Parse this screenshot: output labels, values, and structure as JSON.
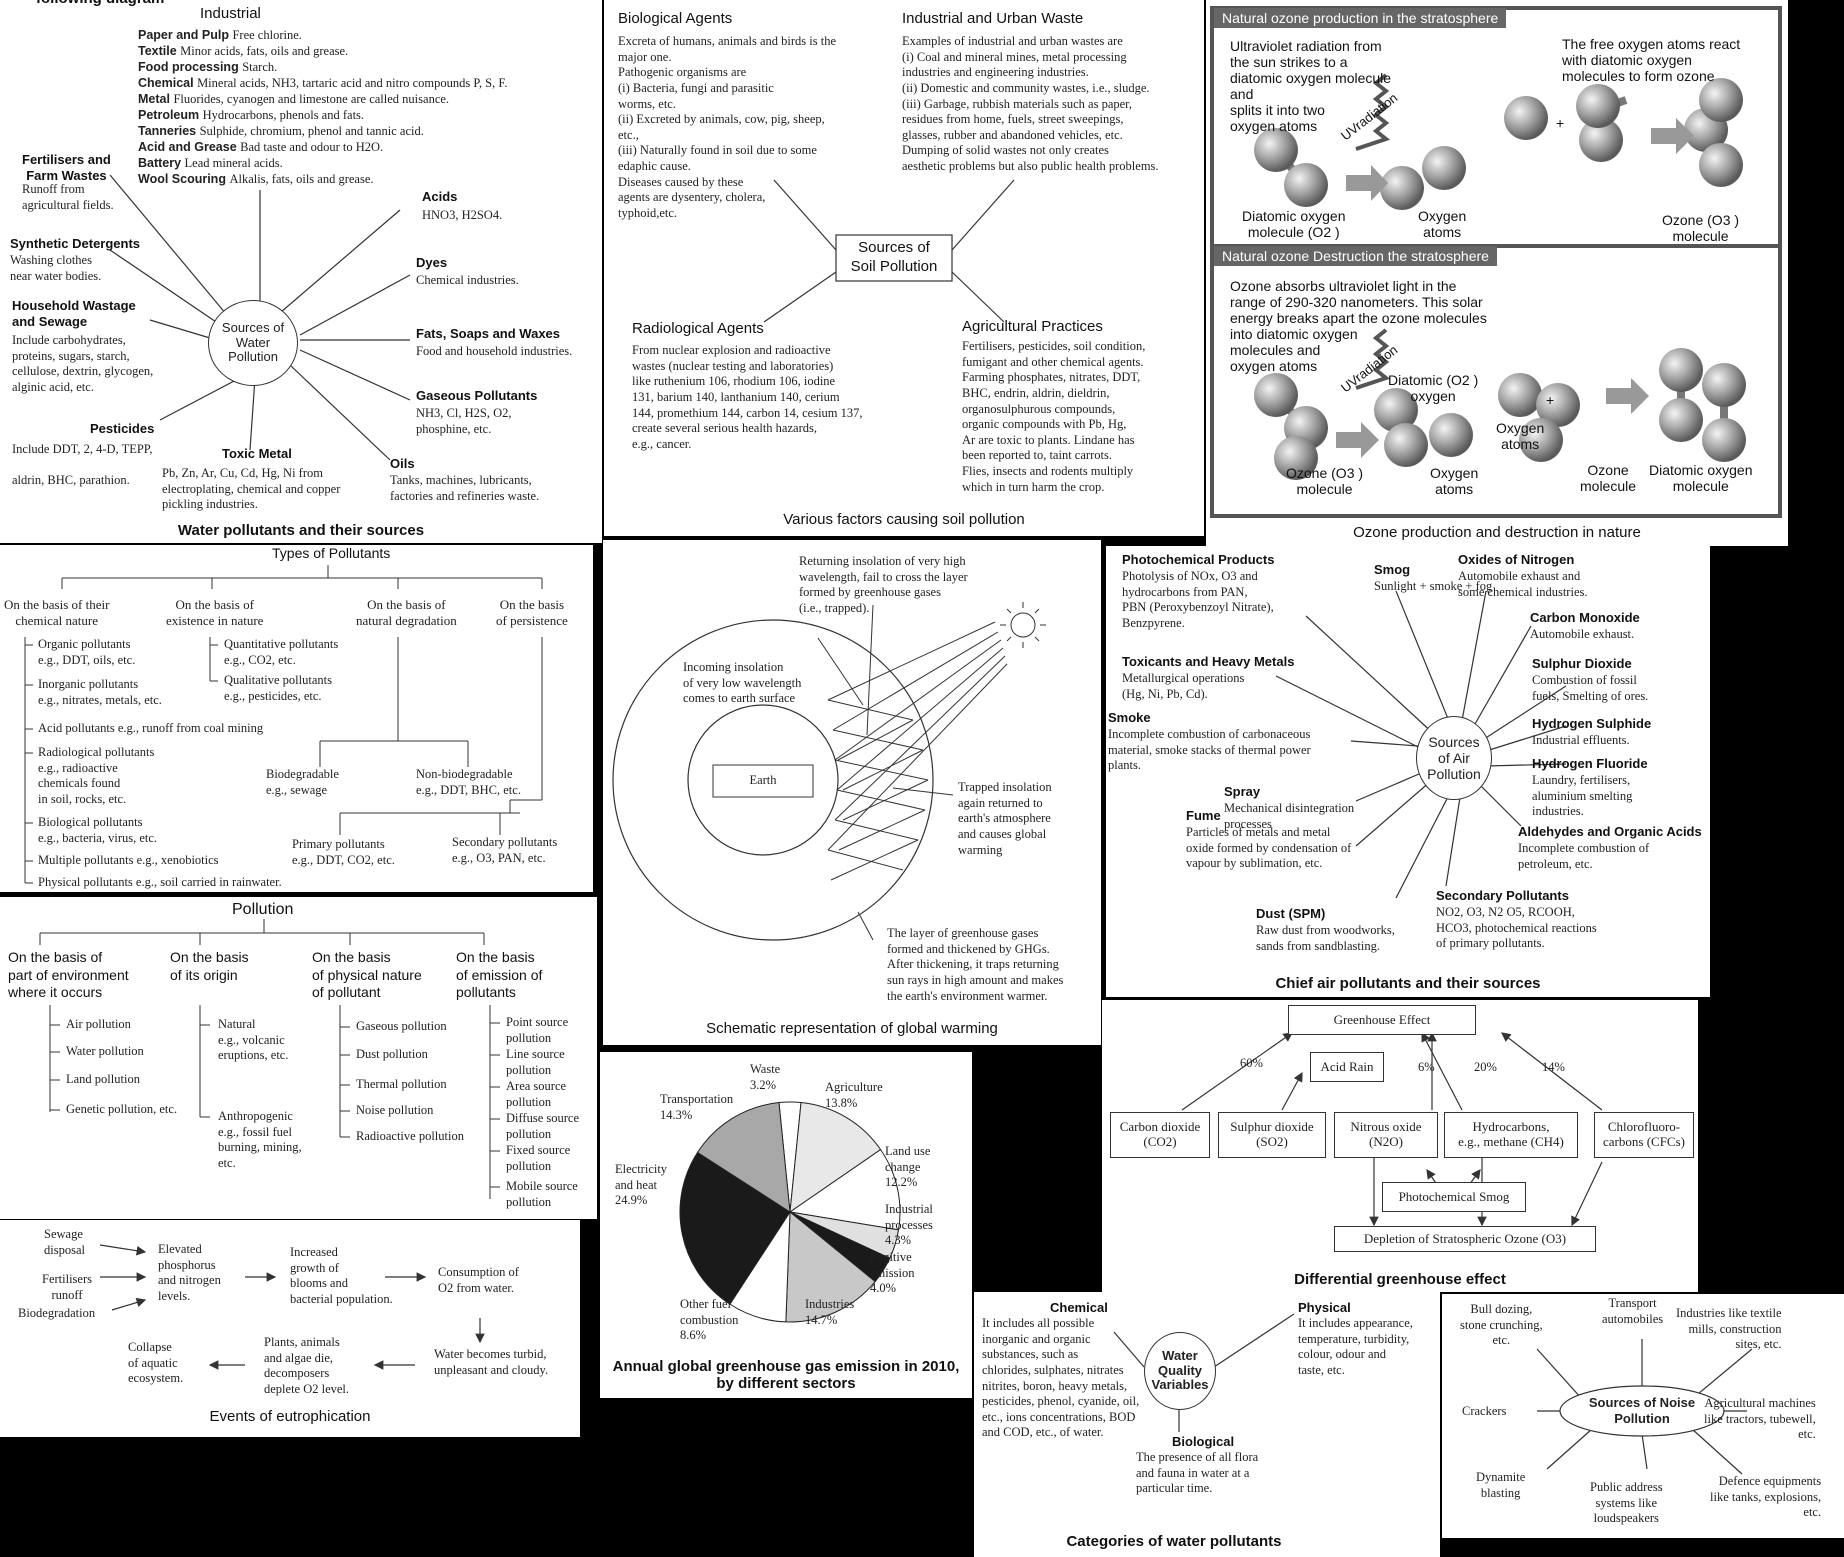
{
  "water_sources": {
    "cutoff": "following diagram",
    "industrial_title": "Industrial",
    "industrial_lines": [
      {
        "k": "Paper and Pulp",
        "v": "Free chlorine."
      },
      {
        "k": "Textile",
        "v": "Minor acids, fats, oils and grease."
      },
      {
        "k": "Food processing",
        "v": "Starch."
      },
      {
        "k": "Chemical",
        "v": "Mineral acids, NH3, tartaric acid and nitro compounds P, S, F."
      },
      {
        "k": "Metal",
        "v": "Fluorides, cyanogen and limestone are called nuisance."
      },
      {
        "k": "Petroleum",
        "v": "Hydrocarbons, phenols and fats."
      },
      {
        "k": "Tanneries",
        "v": "Sulphide, chromium, phenol and  tannic acid."
      },
      {
        "k": "Acid and Grease",
        "v": "Bad taste and odour to H2O."
      },
      {
        "k": "Battery",
        "v": "Lead mineral acids."
      },
      {
        "k": "Wool Scouring",
        "v": "Alkalis, fats, oils and grease."
      }
    ],
    "center": "Sources of\nWater\nPollution",
    "fertilisers_title": "Fertilisers and\nFarm Wastes",
    "fertilisers_text": "Runoff from\nagricultural fields.",
    "detergents_title": "Synthetic Detergents",
    "detergents_text": "Washing clothes\nnear water bodies.",
    "household_title": "Household Wastage\nand Sewage",
    "household_text": "Include carbohydrates,\nproteins, sugars, starch,\ncellulose, dextrin, glycogen,\nalginic acid, etc.",
    "pesticides_title": "Pesticides",
    "pesticides_text": "Include DDT, 2, 4-D, TEPP,\n\naldrin, BHC, parathion.",
    "toxic_title": "Toxic Metal",
    "toxic_text": "Pb, Zn, Ar, Cu, Cd, Hg, Ni from\nelectroplating, chemical and copper\npickling industries.",
    "acids_title": "Acids",
    "acids_text": "HNO3, H2SO4.",
    "dyes_title": "Dyes",
    "dyes_text": "Chemical industries.",
    "fats_title": "Fats, Soaps and Waxes",
    "fats_text": "Food and household industries.",
    "gaseous_title": "Gaseous Pollutants",
    "gaseous_text": "NH3, Cl, H2S, O2,\nphosphine, etc.",
    "oils_title": "Oils",
    "oils_text": "Tanks, machines, lubricants,\nfactories and refineries waste.",
    "caption": "Water pollutants and their sources"
  },
  "soil": {
    "bio_title": "Biological Agents",
    "bio_text": "Excreta of humans, animals and birds is the\nmajor one.\nPathogenic organisms are\n (i)  Bacteria, fungi and parasitic\n       worms, etc.\n (ii)  Excreted by animals, cow, pig, sheep,\n       etc.,\n (iii) Naturally found in soil due to some\n       edaphic cause.\nDiseases caused by these\nagents are dysentery, cholera,\ntyphoid,etc.",
    "ind_title": "Industrial and Urban Waste",
    "ind_text": "Examples of industrial and urban wastes are\n (i)   Coal and mineral mines, metal processing\n        industries and engineering industries.\n (ii)  Domestic and community wastes, i.e., sludge.\n (iii) Garbage, rubbish materials such as paper,\n        residues from home, fuels, street sweepings,\n        glasses, rubber and abandoned vehicles, etc.\nDumping of solid wastes not only creates\naesthetic problems but also public health problems.",
    "center": "Sources of\nSoil Pollution",
    "radio_title": "Radiological Agents",
    "radio_text": "From nuclear explosion and radioactive\nwastes (nuclear testing and laboratories)\nlike ruthenium 106, rhodium 106, iodine\n131, barium 140, lanthanium 140, cerium\n144, promethium 144, carbon 14, cesium 137,\ncreate several serious health hazards,\ne.g., cancer.",
    "agri_title": "Agricultural Practices",
    "agri_text": "Fertilisers, pesticides, soil condition,\nfumigant and other chemical agents.\nFarming phosphates, nitrates, DDT,\nBHC, endrin, aldrin, dieldrin,\norganosulphurous compounds,\norganic compounds with  Pb, Hg,\nAr are toxic to plants. Lindane has\nbeen reported to, taint carrots.\nFlies, insects and rodents multiply\nwhich in turn harm  the crop.",
    "caption": "Various factors causing soil pollution"
  },
  "ozone": {
    "prod_title": "Natural ozone production in the stratosphere",
    "prod_text1": "Ultraviolet radiation from\nthe sun strikes to a\ndiatomic oxygen molecule\nand\nsplits it into two\noxygen atoms",
    "prod_text2": "The free oxygen atoms react\nwith diatomic oxygen\nmolecules to form ozone",
    "uv1": "UVradiation",
    "lbl_diatomic": "Diatomic oxygen\nmolecule (O2 )",
    "lbl_oxygen_atoms": "Oxygen\natoms",
    "lbl_ozone": "Ozone (O3 )\nmolecule",
    "dest_title": "Natural ozone  Destruction the stratosphere",
    "dest_text": "Ozone absorbs ultraviolet light in the\nrange of 290-320 nanometers. This solar\nenergy breaks apart the ozone molecules\ninto diatomic oxygen\nmolecules and\noxygen atoms",
    "uv2": "UVradiation",
    "lbl_diatomic2": "Diatomic (O2 )\noxygen",
    "lbl_oxygen_atoms2": "Oxygen\natoms",
    "lbl_ozone2": "Ozone (O3 )\nmolecule",
    "lbl_oxygen_atoms3": "Oxygen\natoms",
    "lbl_ozone3": "Ozone\nmolecule",
    "lbl_diatomic3": "Diatomic oxygen\nmolecule",
    "plus": "+",
    "caption": "Ozone production and destruction in nature"
  },
  "types": {
    "title": "Types of Pollutants",
    "h1": "On the basis of their\nchemical nature",
    "h2": "On the basis of\nexistence in nature",
    "h3": "On the basis of\nnatural degradation",
    "h4": "On the basis\nof persistence",
    "c1": [
      "Organic pollutants\ne.g., DDT, oils, etc.",
      "Inorganic pollutants\ne.g., nitrates, metals, etc.",
      "Acid pollutants e.g., runoff from coal mining",
      "Radiological pollutants\ne.g., radioactive\nchemicals found\nin soil, rocks, etc.",
      "Biological pollutants\ne.g., bacteria, virus, etc.",
      "Multiple pollutants e.g., xenobiotics",
      "Physical pollutants e.g., soil carried in rainwater."
    ],
    "c2": [
      "Quantitative pollutants\ne.g., CO2, etc.",
      "Qualitative pollutants\ne.g., pesticides, etc."
    ],
    "c3": [
      "Biodegradable\ne.g., sewage",
      "Non-biodegradable\ne.g., DDT, BHC, etc."
    ],
    "c4": [
      "Primary pollutants\ne.g., DDT, CO2, etc.",
      "Secondary pollutants\ne.g., O3, PAN, etc."
    ]
  },
  "warming": {
    "returning": "Returning insolation of very high\nwavelength, fail to cross the layer\nformed by greenhouse gases\n(i.e., trapped).",
    "incoming": "Incoming insolation\nof very low wavelength\ncomes to earth surface",
    "earth": "Earth",
    "trapped": "Trapped insolation\nagain returned to\nearth's atmosphere\nand causes global\nwarming",
    "layer": "The layer of greenhouse gases\nformed and thickened by GHGs.\nAfter thickening, it traps returning\nsun rays in high amount and makes\nthe earth's environment warmer.",
    "caption": "Schematic representation of global warming"
  },
  "air": {
    "center": "Sources\nof Air\nPollution",
    "items": [
      {
        "t": "Photochemical Products",
        "d": "Photolysis of NOx, O3 and\nhydrocarbons from PAN,\nPBN (Peroxybenzoyl Nitrate),\nBenzpyrene."
      },
      {
        "t": "Smog",
        "d": "Sunlight + smoke + fog"
      },
      {
        "t": "Oxides of Nitrogen",
        "d": "Automobile exhaust and\nsome chemical industries."
      },
      {
        "t": "Carbon Monoxide",
        "d": "Automobile exhaust."
      },
      {
        "t": "Toxicants and Heavy Metals",
        "d": "Metallurgical operations\n(Hg, Ni, Pb, Cd)."
      },
      {
        "t": "Sulphur Dioxide",
        "d": "Combustion of fossil\nfuels, Smelting of ores."
      },
      {
        "t": "Smoke",
        "d": "Incomplete combustion of carbonaceous\nmaterial, smoke stacks of thermal power\nplants."
      },
      {
        "t": "Hydrogen Sulphide",
        "d": "Industrial effluents."
      },
      {
        "t": "Hydrogen Fluoride",
        "d": "Laundry, fertilisers,\naluminium smelting\nindustries."
      },
      {
        "t": "Spray",
        "d": "Mechanical disintegration\nprocesses"
      },
      {
        "t": "Aldehydes and Organic Acids",
        "d": "Incomplete combustion of\npetroleum, etc."
      },
      {
        "t": "Fume",
        "d": "Particles of metals and metal\noxide formed by condensation of\nvapour by sublimation, etc."
      },
      {
        "t": "Secondary Pollutants",
        "d": "NO2, O3, N2 O5, RCOOH,\nHCO3, photochemical reactions\nof primary pollutants."
      },
      {
        "t": "Dust (SPM)",
        "d": "Raw dust from woodworks,\nsands from sandblasting."
      }
    ],
    "caption": "Chief air pollutants and their sources"
  },
  "pollution": {
    "title": "Pollution",
    "h1": "On the basis of\npart of environment\nwhere it occurs",
    "h2": "On the basis\nof its origin",
    "h3": "On the basis\nof physical nature\nof pollutant",
    "h4": "On the basis\nof emission of\npollutants",
    "c1": [
      "Air pollution",
      "Water pollution",
      "Land pollution",
      "Genetic pollution, etc."
    ],
    "c2": [
      "Natural\ne.g., volcanic\neruptions, etc.",
      "Anthropogenic\ne.g., fossil fuel\nburning, mining,\netc."
    ],
    "c3": [
      "Gaseous pollution",
      "Dust pollution",
      "Thermal pollution",
      "Noise pollution",
      "Radioactive pollution"
    ],
    "c4": [
      "Point source\npollution",
      "Line source\npollution",
      "Area source\npollution",
      "Diffuse source\npollution",
      "Fixed source\npollution",
      "Mobile source\npollution"
    ]
  },
  "greenhouse": {
    "top": "Greenhouse Effect",
    "acid": "Acid Rain",
    "co2": "Carbon dioxide\n(CO2)",
    "so2": "Sulphur dioxide\n(SO2)",
    "n2o": "Nitrous oxide\n(N2O)",
    "ch4": "Hydrocarbons,\ne.g., methane (CH4)",
    "cfc": "Chlorofluoro-\ncarbons (CFCs)",
    "smog": "Photochemical Smog",
    "ozone": "Depletion of Stratospheric Ozone (O3)",
    "p60": "60%",
    "p6": "6%",
    "p20": "20%",
    "p14": "14%",
    "caption": "Differential greenhouse effect"
  },
  "eutro": {
    "sewage": "Sewage\ndisposal",
    "fert": "Fertilisers\nrunoff",
    "biodeg": "Biodegradation",
    "elevated": "Elevated\nphosphorus\nand nitrogen\nlevels.",
    "increased": "Increased\ngrowth of\nblooms and\nbacterial population.",
    "consumption": "Consumption of\nO2 from water.",
    "turbid": "Water becomes turbid,\nunpleasant and cloudy.",
    "plants": "Plants, animals\nand algae die,\ndecomposers\ndeplete O2 level.",
    "collapse": "Collapse\nof aquatic\necosystem.",
    "caption": "Events of eutrophication"
  },
  "chart_data": {
    "type": "pie",
    "title": "Annual global greenhouse gas emission in 2010, by different sectors",
    "slices": [
      {
        "name": "Waste",
        "value": 3.2,
        "label": "Waste\n3.2%",
        "fill": "#ffffff"
      },
      {
        "name": "Agriculture",
        "value": 13.8,
        "label": "Agriculture\n13.8%",
        "fill": "#e8e8e8"
      },
      {
        "name": "Land use change",
        "value": 12.2,
        "label": "Land use\nchange\n12.2%",
        "fill": "#ffffff"
      },
      {
        "name": "Industrial processes",
        "value": 4.3,
        "label": "Industrial\nprocesses\n4.3%",
        "fill": "#e0e0e0"
      },
      {
        "name": "Fugitive emission",
        "value": 4.0,
        "label": "Fugitive\nemission\n4.0%",
        "fill": "#1a1a1a"
      },
      {
        "name": "Industries",
        "value": 14.7,
        "label": "Industries\n14.7%",
        "fill": "#c8c8c8"
      },
      {
        "name": "Other fuel combustion",
        "value": 8.6,
        "label": "Other fuel\ncombustion\n8.6%",
        "fill": "#ffffff"
      },
      {
        "name": "Electricity and heat",
        "value": 24.9,
        "label": "Electricity\nand heat\n24.9%",
        "fill": "#1a1a1a"
      },
      {
        "name": "Transportation",
        "value": 14.3,
        "label": "Transportation\n14.3%",
        "fill": "#a8a8a8"
      }
    ]
  },
  "wq": {
    "center": "Water\nQuality\nVariables",
    "chem_title": "Chemical",
    "chem_text": "It includes all possible\ninorganic and organic\nsubstances, such as\nchlorides, sulphates, nitrates\nnitrites, boron, heavy metals,\npesticides, phenol, cyanide, oil,\netc., ions concentrations, BOD\nand COD, etc., of water.",
    "phys_title": "Physical",
    "phys_text": "It includes appearance,\ntemperature, turbidity,\ncolour, odour and\ntaste, etc.",
    "bio_title": "Biological",
    "bio_text": "The presence of all flora\nand fauna in water at a\nparticular time.",
    "caption": "Categories of water pollutants"
  },
  "noise": {
    "center": "Sources of Noise\nPollution",
    "items": [
      "Bull dozing,\nstone crunching,\netc.",
      "Transport\nautomobiles",
      "Industries like textile\nmills, construction\nsites, etc.",
      "Crackers",
      "Agricultural machines\nlike tractors, tubewell,\netc.",
      "Dynamite\nblasting",
      "Public address\nsystems like\nloudspeakers",
      "Defence equipments\nlike tanks, explosions,\netc."
    ]
  }
}
